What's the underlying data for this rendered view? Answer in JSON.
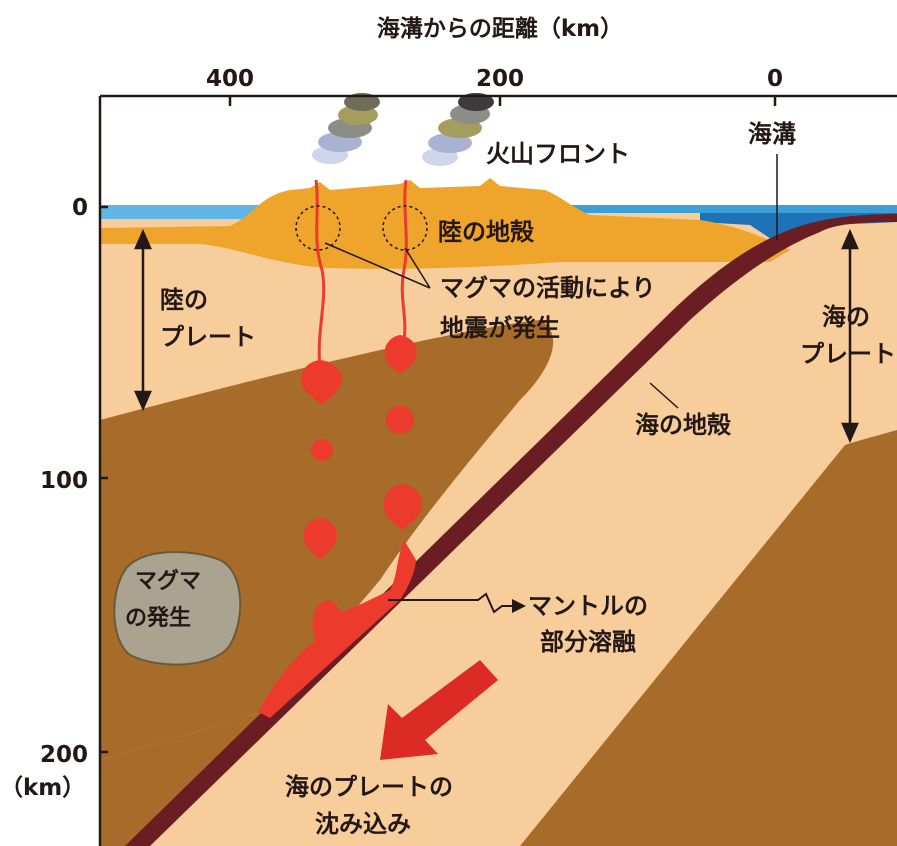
{
  "axis": {
    "top_title": "海溝からの距離（km）",
    "top_ticks": [
      "400",
      "200",
      "0"
    ],
    "left_ticks": [
      "0",
      "100",
      "200"
    ],
    "left_unit": "（km）"
  },
  "labels": {
    "volcanic_front": "火山フロント",
    "trench": "海溝",
    "continental_crust": "陸の地殻",
    "magma_quake_line1": "マグマの活動により",
    "magma_quake_line2": "地震が発生",
    "continental_plate_line1": "陸の",
    "continental_plate_line2": "プレート",
    "oceanic_plate_line1": "海の",
    "oceanic_plate_line2": "プレート",
    "oceanic_crust": "海の地殻",
    "magma_generation_line1": "マグマ",
    "magma_generation_line2": "の発生",
    "partial_melting_line1": "マントルの",
    "partial_melting_line2": "部分溶融",
    "subduction_line1": "海のプレートの",
    "subduction_line2": "沈み込み"
  },
  "colors": {
    "mantle_light": "#f6cd9b",
    "plate_brown": "#a76c2a",
    "crust_orange": "#efa42c",
    "slab_dark": "#6a1d22",
    "sea_blue": "#3d9fd8",
    "magma_red": "#ec3a2c",
    "arrow_red": "#dc2a25",
    "magma_blob": "#a9a38f"
  }
}
